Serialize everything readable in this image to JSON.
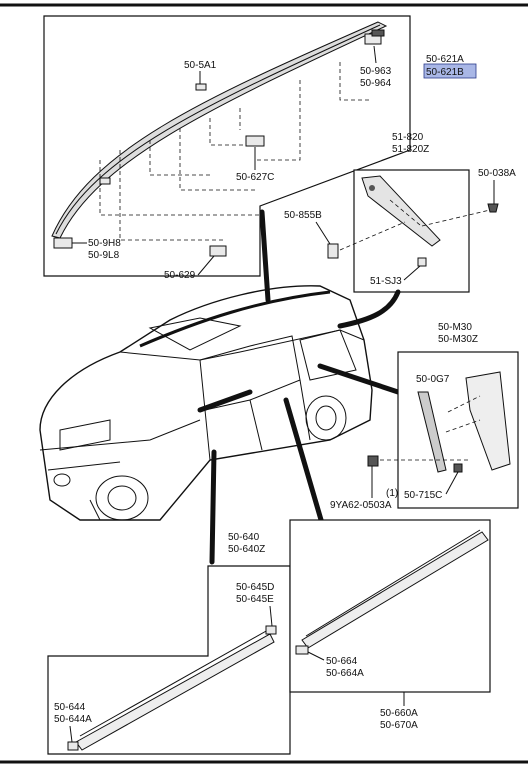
{
  "labels": {
    "p1": "50-621A",
    "p2": "50-621B",
    "p3": "50-963",
    "p4": "50-964",
    "p5": "50-5A1",
    "p6": "50-627C",
    "p7": "50-9H8",
    "p8": "50-9L8",
    "p9": "50-629",
    "p10": "51-820",
    "p11": "51-820Z",
    "p12": "50-038A",
    "p13": "50-855B",
    "p14": "51-SJ3",
    "p15": "50-M30",
    "p16": "50-M30Z",
    "p17": "50-0G7",
    "p18": "50-715C",
    "p19": "9YA62-0503A",
    "p20": "(1)",
    "p21": "50-640",
    "p22": "50-640Z",
    "p23": "50-645D",
    "p24": "50-645E",
    "p25": "50-644",
    "p26": "50-644A",
    "p27": "50-664",
    "p28": "50-664A",
    "p29": "50-660A",
    "p30": "50-670A"
  },
  "colors": {
    "highlight": "#a9b7e6",
    "ink": "#111111"
  }
}
